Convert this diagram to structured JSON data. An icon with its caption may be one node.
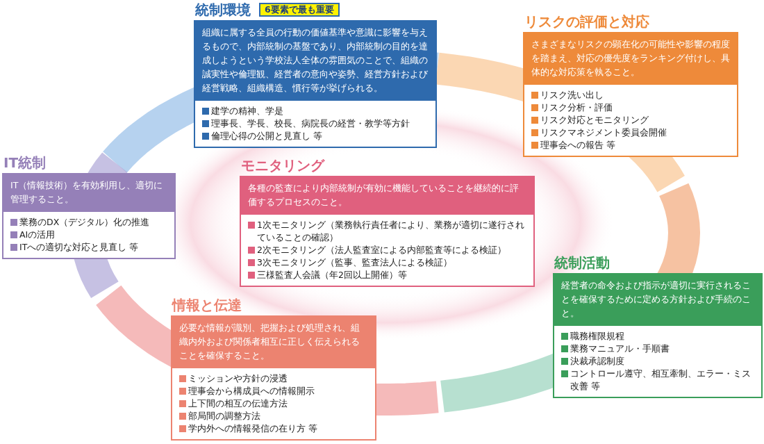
{
  "diagram": {
    "nodes": [
      {
        "text": [
          "統制環境",
          "組織に属する全員の行動の価値基準や意識に影響を与えるもので、内部統制の基盤であり、内部統制の目的を達成しようという学校法人全体の雰囲気のことで、組織の誠実性や倫理観、経営者の意向や姿勢、経営方針および経営戦略、組織構造、慣行等が挙げられる。",
          "建学の精神、学是",
          "理事長、学長、校長、病院長の経営・教学等方針",
          "倫理心得の公開と見直し 等"
        ],
        "beside": [
          "6要素で最も重要"
        ]
      },
      {
        "text": [
          "リスクの評価と対応",
          "さまざまなリスクの顕在化の可能性や影響の程度を踏まえ、対応の優先度をランキング付けし、具体的な対応策を執ること。",
          "リスク洗い出し",
          "リスク分析・評価",
          "リスク対応とモニタリング",
          "リスクマネジメント委員会開催",
          "理事会への報告 等"
        ]
      },
      {
        "text": [
          "IT統制",
          "IT（情報技術）を有効利用し、適切に管理すること。",
          "業務のDX（デジタル）化の推進",
          "AIの活用",
          "ITへの適切な対応と見直し 等"
        ]
      },
      {
        "text": [
          "モニタリング",
          "各種の監査により内部統制が有効に機能していることを継続的に評価するプロセスのこと。",
          "1次モニタリング（業務執行責任者により、業務が適切に遂行されていることの確認）",
          "2次モニタリング（法人監査室による内部監査等による検証）",
          "3次モニタリング（監事、監査法人による検証）",
          "三様監査人会議（年2回以上開催）等"
        ]
      },
      {
        "text": [
          "情報と伝達",
          "必要な情報が識別、把握および処理され、組織内外および関係者相互に正しく伝えられることを確保すること。",
          "ミッションや方針の浸透",
          "理事会から構成員への情報開示",
          "上下間の相互の伝達方法",
          "部局間の調整方法",
          "学内外への情報発信の在り方 等"
        ]
      },
      {
        "text": [
          "統制活動",
          "経営者の命令および指示が適切に実行されることを確保するために定める方針および手続のこと。",
          "職務権限規程",
          "業務マニュアル・手順書",
          "決裁承認制度",
          "コントロール遵守、相互牽制、エラー・ミス改善 等"
        ]
      }
    ]
  }
}
